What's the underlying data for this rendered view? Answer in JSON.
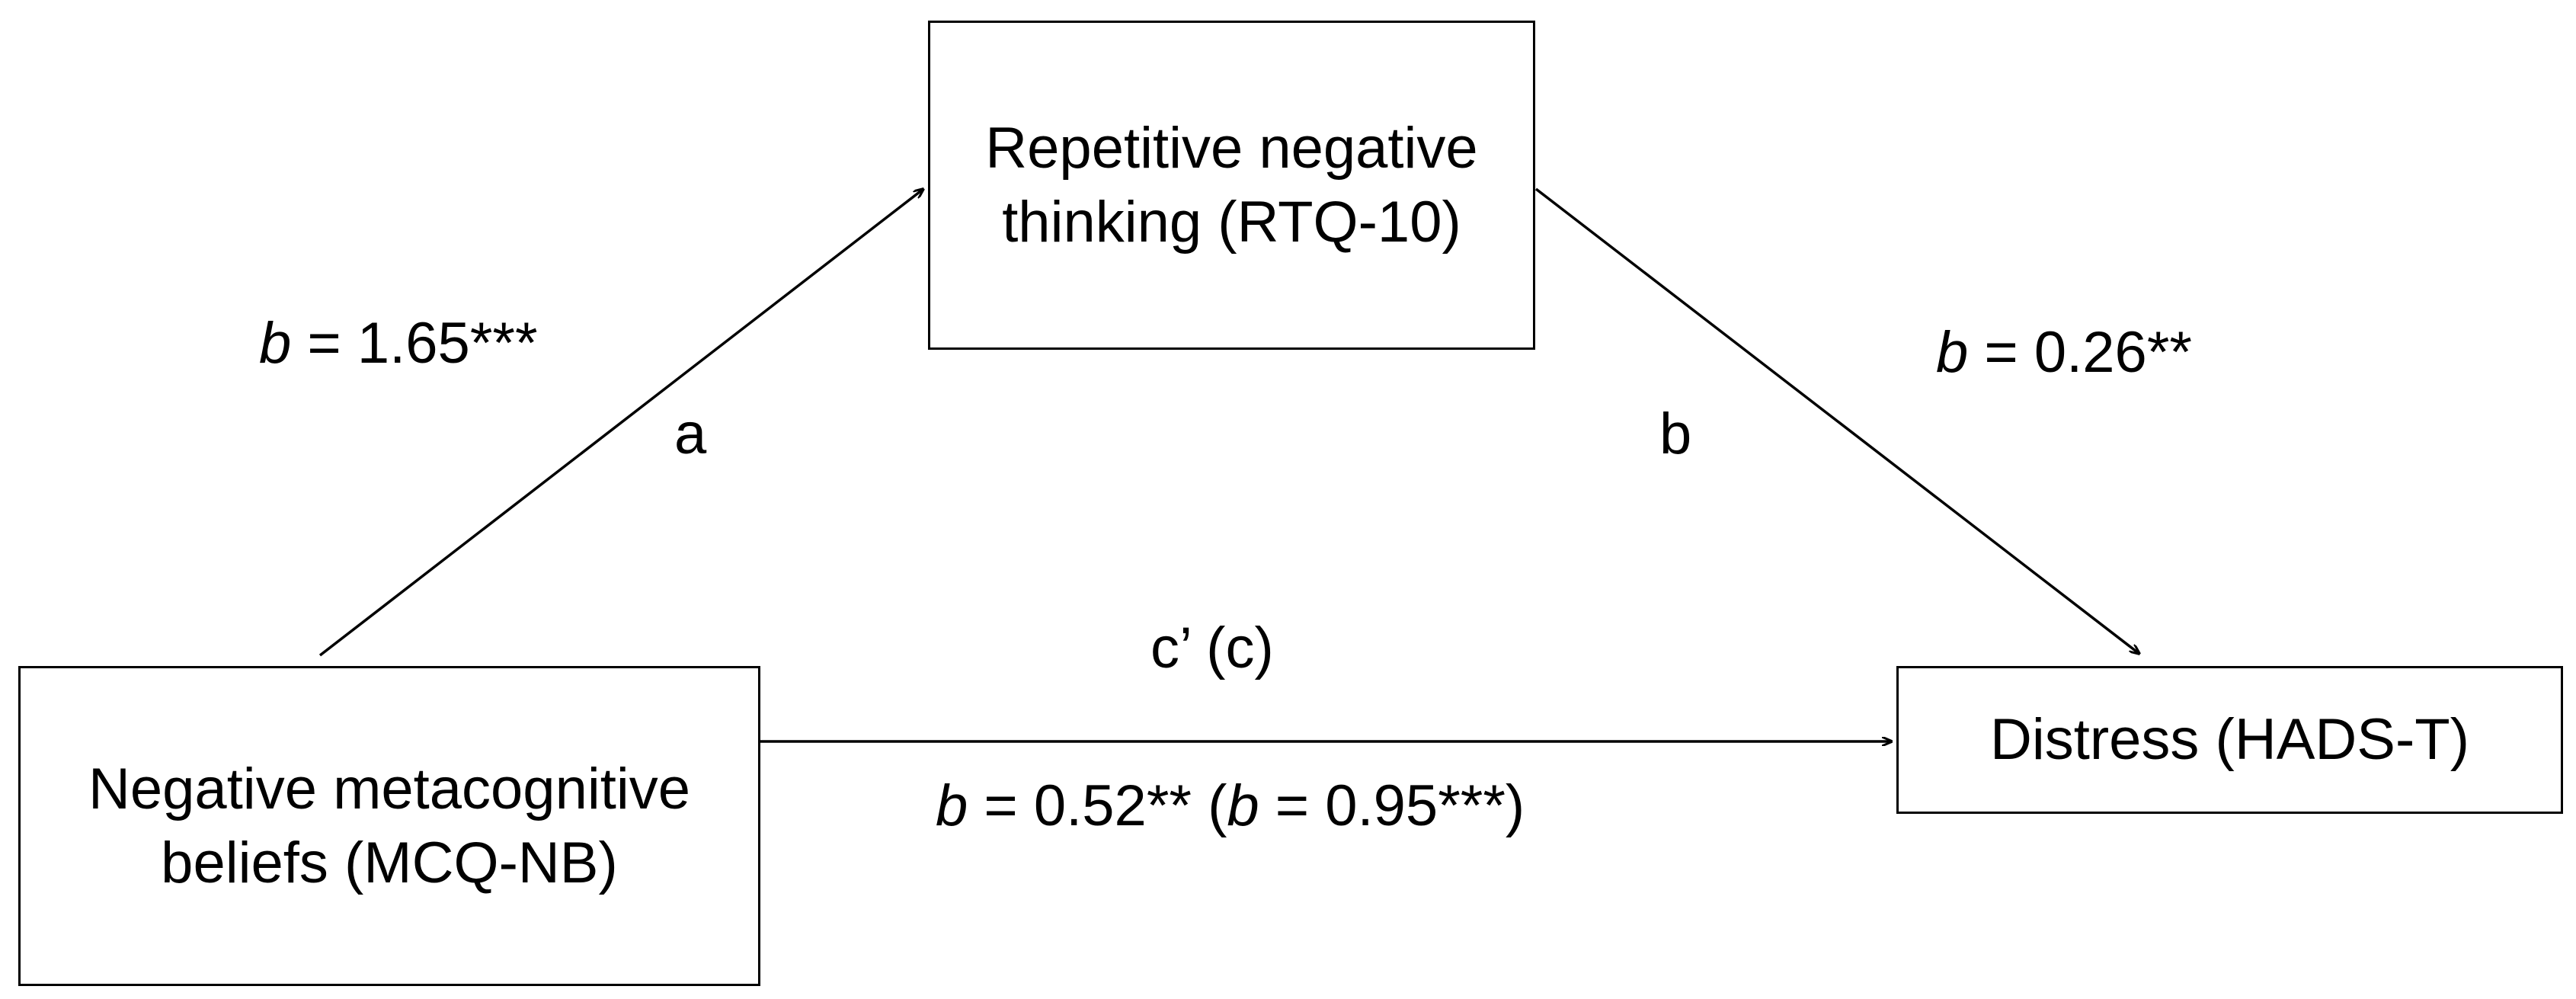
{
  "nodes": {
    "mediator": {
      "label": "Repetitive negative\nthinking (RTQ-10)"
    },
    "predictor": {
      "label": "Negative metacognitive\nbeliefs (MCQ-NB)"
    },
    "outcome": {
      "label": "Distress (HADS-T)"
    }
  },
  "paths": {
    "a": {
      "name": "a",
      "coef_symbol": "b",
      "coef_value": " = 1.65***"
    },
    "b": {
      "name": "b",
      "coef_symbol": "b",
      "coef_value": " = 0.26**"
    },
    "c": {
      "name": "c’ (c)",
      "coef_symbol": "b",
      "coef_value": " = 0.52** (",
      "total_symbol": "b",
      "total_value": " = 0.95***)"
    }
  },
  "colors": {
    "stroke": "#000000",
    "background": "#ffffff"
  }
}
